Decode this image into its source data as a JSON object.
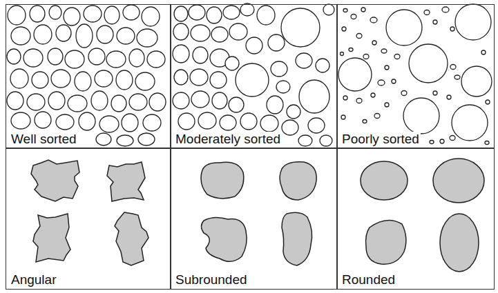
{
  "diagram": {
    "nodes": [
      {
        "text": [
          "Well sorted"
        ]
      },
      {
        "text": [
          "Moderately sorted"
        ]
      },
      {
        "text": [
          "Poorly sorted"
        ]
      },
      {
        "text": [
          "Angular"
        ]
      },
      {
        "text": [
          "Subrounded"
        ]
      },
      {
        "text": [
          "Rounded"
        ]
      }
    ]
  }
}
